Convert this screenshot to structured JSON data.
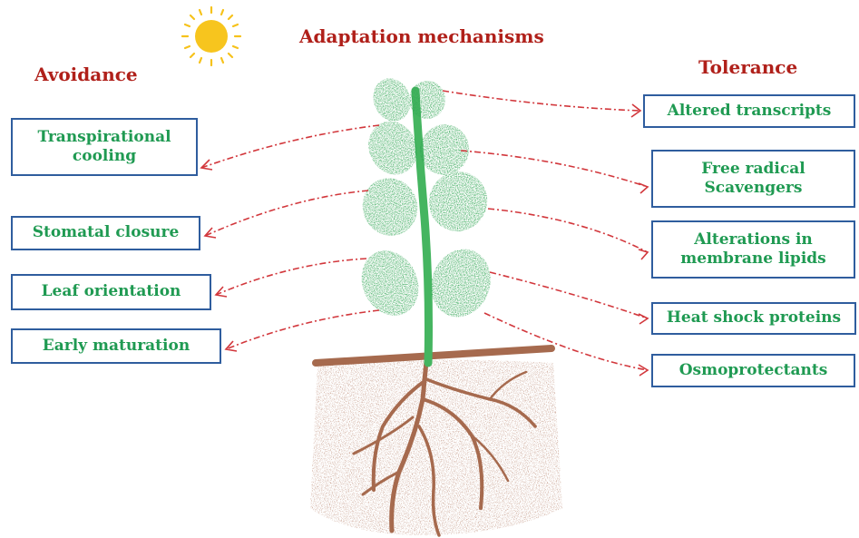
{
  "title": "Adaptation mechanisms",
  "avoidance": {
    "heading": "Avoidance",
    "items": [
      "Transpirational\ncooling",
      "Stomatal closure",
      "Leaf orientation",
      "Early maturation"
    ]
  },
  "tolerance": {
    "heading": "Tolerance",
    "items": [
      "Altered transcripts",
      "Free radical\nScavengers",
      "Alterations in\nmembrane lipids",
      "Heat shock proteins",
      "Osmoprotectants"
    ]
  },
  "colors": {
    "heading": "#b0201a",
    "box_border": "#2f5d9e",
    "box_text": "#1f9a52",
    "arrow": "#d2373c",
    "leaf": "#2fa552",
    "stem": "#45b560",
    "root": "#a66a4e",
    "soil": "#b07860",
    "sun": "#f6c21b"
  }
}
